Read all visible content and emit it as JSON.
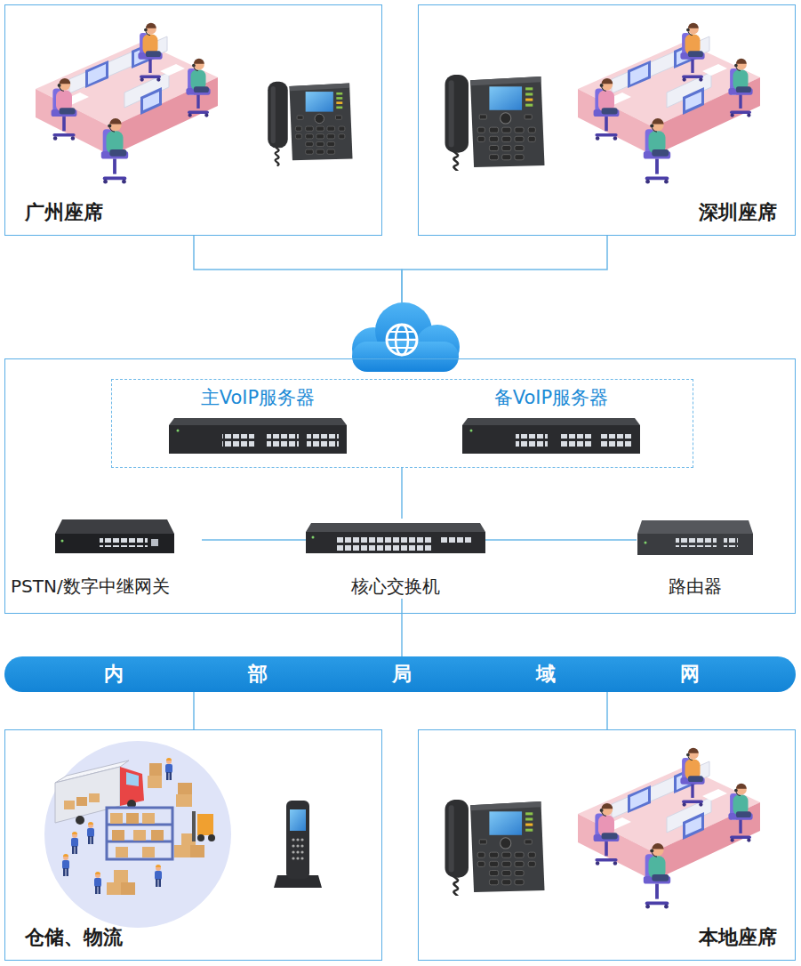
{
  "diagram": {
    "nodes": [
      {
        "text": [
          "广州座席"
        ]
      },
      {
        "text": [
          "深圳座席"
        ]
      },
      {
        "text": []
      },
      {
        "text": [],
        "in": 2
      },
      {
        "text": [
          "主VoIP服务器"
        ],
        "in": 3
      },
      {
        "text": [
          "备VoIP服务器"
        ],
        "in": 3
      },
      {
        "text": [
          "PSTN/数字中继网关"
        ],
        "in": 2
      },
      {
        "text": [
          "核心交换机"
        ],
        "in": 2
      },
      {
        "text": [
          "路由器"
        ],
        "in": 2
      },
      {
        "text": [
          "内部局域网"
        ]
      },
      {
        "text": [
          "仓储、物流"
        ]
      },
      {
        "text": [
          "本地座席"
        ]
      }
    ],
    "edges": [
      {
        "from": 0,
        "to": 2,
        "arrow": "none"
      },
      {
        "from": 1,
        "to": 2,
        "arrow": "none"
      },
      {
        "from": 3,
        "to": 7,
        "arrow": "none"
      },
      {
        "from": 6,
        "to": 7,
        "arrow": "none"
      },
      {
        "from": 8,
        "to": 7,
        "arrow": "none"
      },
      {
        "from": 7,
        "to": 9,
        "arrow": "none"
      },
      {
        "from": 9,
        "to": 10,
        "arrow": "none"
      },
      {
        "from": 9,
        "to": 11,
        "arrow": "none"
      }
    ]
  }
}
